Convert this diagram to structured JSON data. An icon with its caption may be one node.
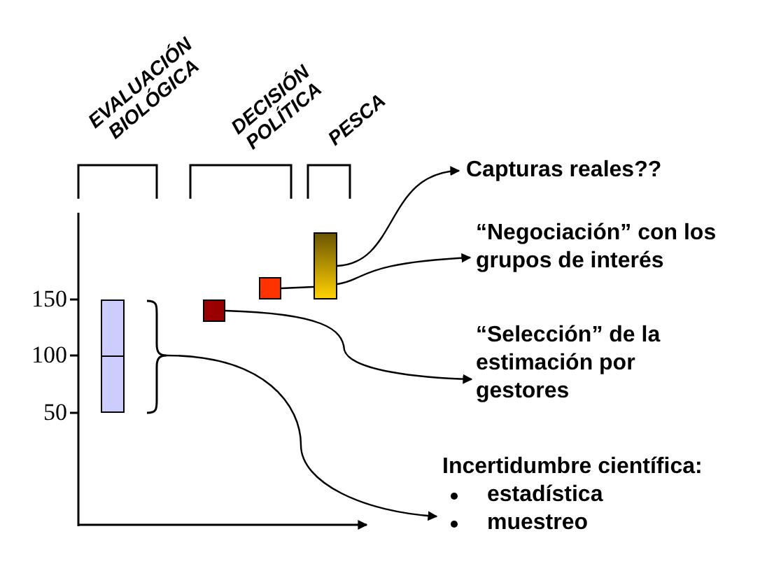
{
  "diagram": {
    "nodes": [
      {
        "text": [],
        "shape": "bar"
      },
      {
        "text": [],
        "shape": "brace"
      },
      {
        "text": [],
        "shape": "box"
      },
      {
        "text": [],
        "shape": "box"
      },
      {
        "text": [],
        "shape": "bar"
      },
      {
        "text": [
          "Capturas reales??"
        ]
      },
      {
        "text": [
          "“Negociación” con los grupos de interés"
        ]
      },
      {
        "text": [
          "“Selección” de la estimación por gestores"
        ]
      },
      {
        "text": [
          "Incertidumbre científica:",
          "estadística",
          "muestreo"
        ]
      }
    ],
    "edges": [
      {
        "from": 4,
        "to": 5,
        "arrow": "to"
      },
      {
        "from": 3,
        "to": 4,
        "arrow": "none"
      },
      {
        "from": 4,
        "to": 6,
        "arrow": "to"
      },
      {
        "from": 2,
        "to": 7,
        "arrow": "to"
      },
      {
        "from": 1,
        "to": 8,
        "arrow": "to"
      }
    ],
    "labels": [
      "EVALUACIÓN BIOLÓGICA",
      "DECISIÓN POLÍTICA",
      "PESCA",
      "150",
      "100",
      "50"
    ]
  }
}
